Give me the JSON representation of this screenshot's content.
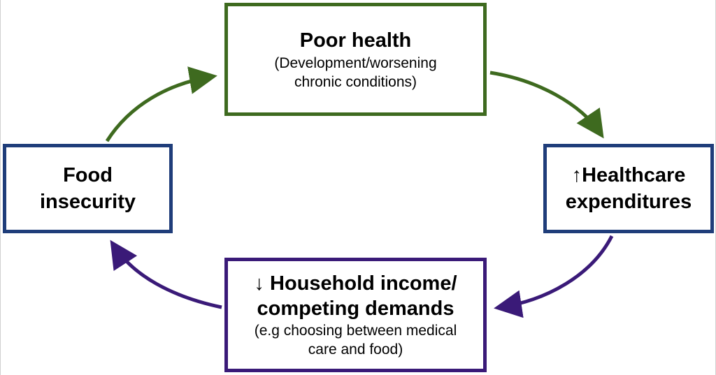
{
  "nodes": {
    "poor_health": {
      "title": "Poor health",
      "subtitle_line1": "(Development/worsening",
      "subtitle_line2": "chronic conditions)"
    },
    "food_insecurity": {
      "line1": "Food",
      "line2": "insecurity"
    },
    "healthcare": {
      "line1": "↑Healthcare",
      "line2": "expenditures"
    },
    "household": {
      "line1": "↓ Household income/",
      "line2": "competing demands",
      "subtitle_line1": "(e.g choosing between medical",
      "subtitle_line2": "care and food)"
    }
  },
  "colors": {
    "green": "#3e6a1f",
    "blue": "#1f3d7a",
    "purple": "#3a1a78"
  }
}
